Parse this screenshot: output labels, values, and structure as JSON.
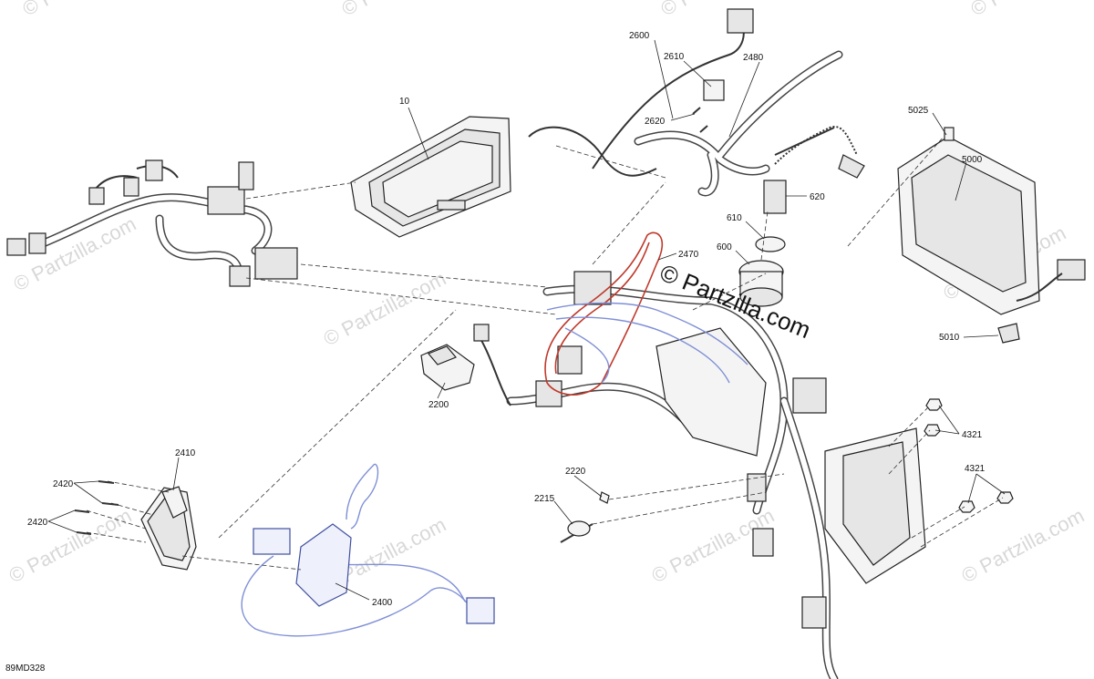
{
  "diagram": {
    "drawing_code": "89MD328",
    "watermark": {
      "main": "© Partzilla.com",
      "repeat": "© Partzilla.com"
    },
    "callouts": {
      "c10": "10",
      "c600": "600",
      "c610": "610",
      "c620": "620",
      "c2200": "2200",
      "c2215": "2215",
      "c2220": "2220",
      "c2400": "2400",
      "c2410": "2410",
      "c2420a": "2420",
      "c2420b": "2420",
      "c2470": "2470",
      "c2480": "2480",
      "c2600": "2600",
      "c2610": "2610",
      "c2620": "2620",
      "c4321a": "4321",
      "c4321b": "4321",
      "c5000": "5000",
      "c5010": "5010",
      "c5025": "5025"
    }
  }
}
